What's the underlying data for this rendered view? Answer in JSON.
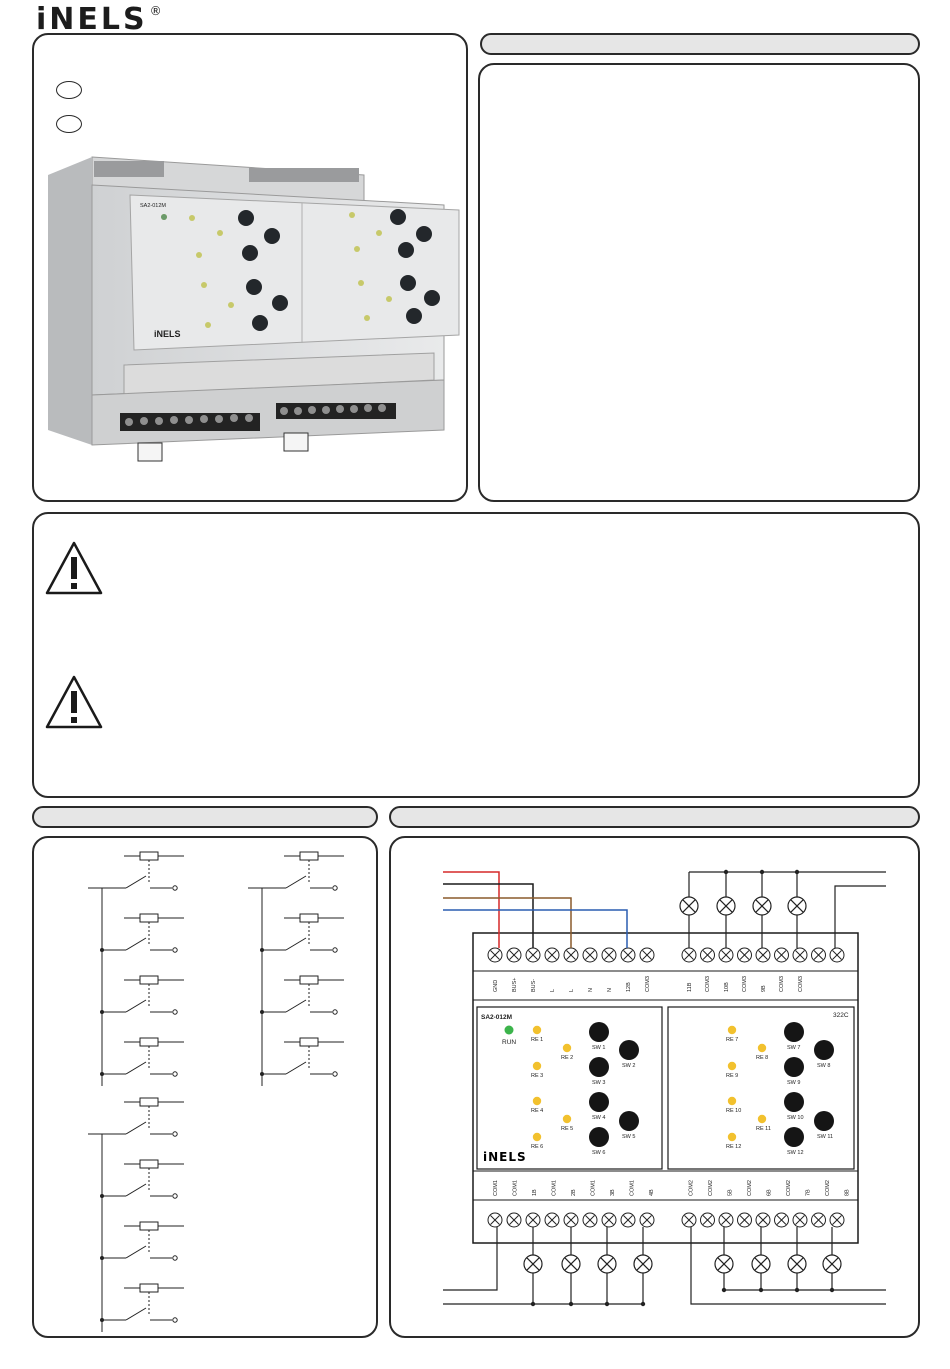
{
  "brand": {
    "name": "iNELS",
    "mark": "®"
  },
  "device": {
    "model": "SA2-012M",
    "run_label": "RUN",
    "revision": "322C",
    "brand_logo": "iNELS",
    "relay_labels": [
      "RE 1",
      "RE 2",
      "RE 3",
      "RE 4",
      "RE 5",
      "RE 6",
      "RE 7",
      "RE 8",
      "RE 9",
      "RE 10",
      "RE 11",
      "RE 12"
    ],
    "switch_labels": [
      "SW 1",
      "SW 2",
      "SW 3",
      "SW 4",
      "SW 5",
      "SW 6",
      "SW 7",
      "SW 8",
      "SW 9",
      "SW 10",
      "SW 11",
      "SW 12"
    ],
    "top_terminals": [
      "GND",
      "BUS+",
      "BUS-",
      "L",
      "L",
      "N",
      "N",
      "12B",
      "COM3",
      "11B",
      "COM3",
      "10B",
      "COM3",
      "9B",
      "COM3",
      "COM3"
    ],
    "bottom_terminals": [
      "COM1",
      "COM1",
      "1B",
      "COM1",
      "2B",
      "COM1",
      "3B",
      "COM1",
      "4B",
      "COM2",
      "COM2",
      "5B",
      "COM2",
      "6B",
      "COM2",
      "7B",
      "COM2",
      "8B"
    ]
  },
  "colors": {
    "panel_border": "#2a2a2a",
    "pill_fill": "#e6e6e6",
    "run_led": "#3cb44b",
    "relay_led": "#f2c12e",
    "wire_red": "#d62828",
    "wire_black": "#1a1a1a",
    "wire_brown": "#8a5a2b",
    "wire_blue": "#2a5db0"
  },
  "icons": [
    "warning-triangle-icon",
    "warning-triangle-icon"
  ]
}
